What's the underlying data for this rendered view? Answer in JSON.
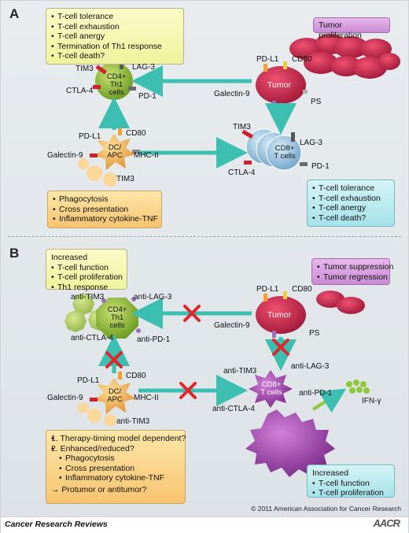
{
  "panel_a": {
    "letter": "A",
    "tcell_box": [
      "T-cell tolerance",
      "T-cell exhaustion",
      "T-cell anergy",
      "Termination of Th1 response",
      "T-cell death?"
    ],
    "tumor_proliferation": "Tumor proliferation",
    "tumor": {
      "label": "Tumor",
      "pdl1": "PD-L1",
      "cd80": "CD80",
      "galectin9": "Galectin-9",
      "ps": "PS"
    },
    "cd4": {
      "label_line1": "CD4+",
      "label_line2": "Th1 cells",
      "tim3": "TIM3",
      "lag3": "LAG-3",
      "ctla4": "CTLA-4",
      "pd1": "PD-1"
    },
    "dc": {
      "label_line1": "DC/",
      "label_line2": "APC",
      "pdl1": "PD-L1",
      "cd80": "CD80",
      "galectin9": "Galectin-9",
      "mhc2": "MHC-II",
      "tim3": "TIM3"
    },
    "cd8": {
      "label_line1": "CD8+",
      "label_line2": "T cells",
      "tim3": "TIM3",
      "lag3": "LAG-3",
      "ctla4": "CTLA-4",
      "pd1": "PD-1"
    },
    "apc_box": [
      "Phagocytosis",
      "Cross presentation",
      "Inflammatory cytokine-TNF"
    ],
    "cd8_box": [
      "T-cell tolerance",
      "T-cell exhaustion",
      "T-cell anergy",
      "T-cell death?"
    ]
  },
  "panel_b": {
    "letter": "B",
    "increased_box": {
      "title": "Increased",
      "items": [
        "T-cell function",
        "T-cell proliferation",
        "Th1 response"
      ]
    },
    "tumor_box": [
      "Tumor suppression",
      "Tumor regression"
    ],
    "tumor": {
      "label": "Tumor",
      "pdl1": "PD-L1",
      "cd80": "CD80",
      "galectin9": "Galectin-9",
      "ps": "PS"
    },
    "cd4": {
      "label_line1": "CD4+",
      "label_line2": "Th1",
      "label_line3": "cells",
      "anti_tim3": "anti-TIM3",
      "anti_lag3": "anti-LAG-3",
      "anti_ctla4": "anti-CTLA-4",
      "anti_pd1": "anti-PD-1"
    },
    "dc": {
      "label_line1": "DC/",
      "label_line2": "APC",
      "pdl1": "PD-L1",
      "cd80": "CD80",
      "galectin9": "Galectin-9",
      "mhc2": "MHC-II",
      "anti_tim3": "anti-TIM3"
    },
    "cd8": {
      "label_line1": "CD8+",
      "label_line2": "T cells",
      "anti_tim3": "anti-TIM3",
      "anti_lag3": "anti-LAG-3",
      "anti_ctla4": "anti-CTLA-4",
      "anti_pd1": "anti-PD-1"
    },
    "ifn": "IFN-γ",
    "therapy_box": {
      "items": [
        "1. Therapy-timing model dependent?",
        "2. Enhanced/reduced?"
      ],
      "sub": [
        "Phagocytosis",
        "Cross presentation",
        "Inflammatory cytokine-TNF"
      ],
      "conclusion": "→ Protumor or antitumor?"
    },
    "cd8_box": {
      "title": "Increased",
      "items": [
        "T-cell function",
        "T-cell proliferation"
      ]
    }
  },
  "copyright": "© 2011 American Association for Cancer Research",
  "footer_title": "Cancer Research Reviews",
  "logo_text": "AACR",
  "colors": {
    "arrow": "#3cbfb0",
    "tumor": "#c8284a",
    "cd4": "#8fbc2f",
    "cd8": "#9fc6e0",
    "dc": "#f0b44a",
    "cross": "#e0262a",
    "purple": "#9b3fa8"
  }
}
